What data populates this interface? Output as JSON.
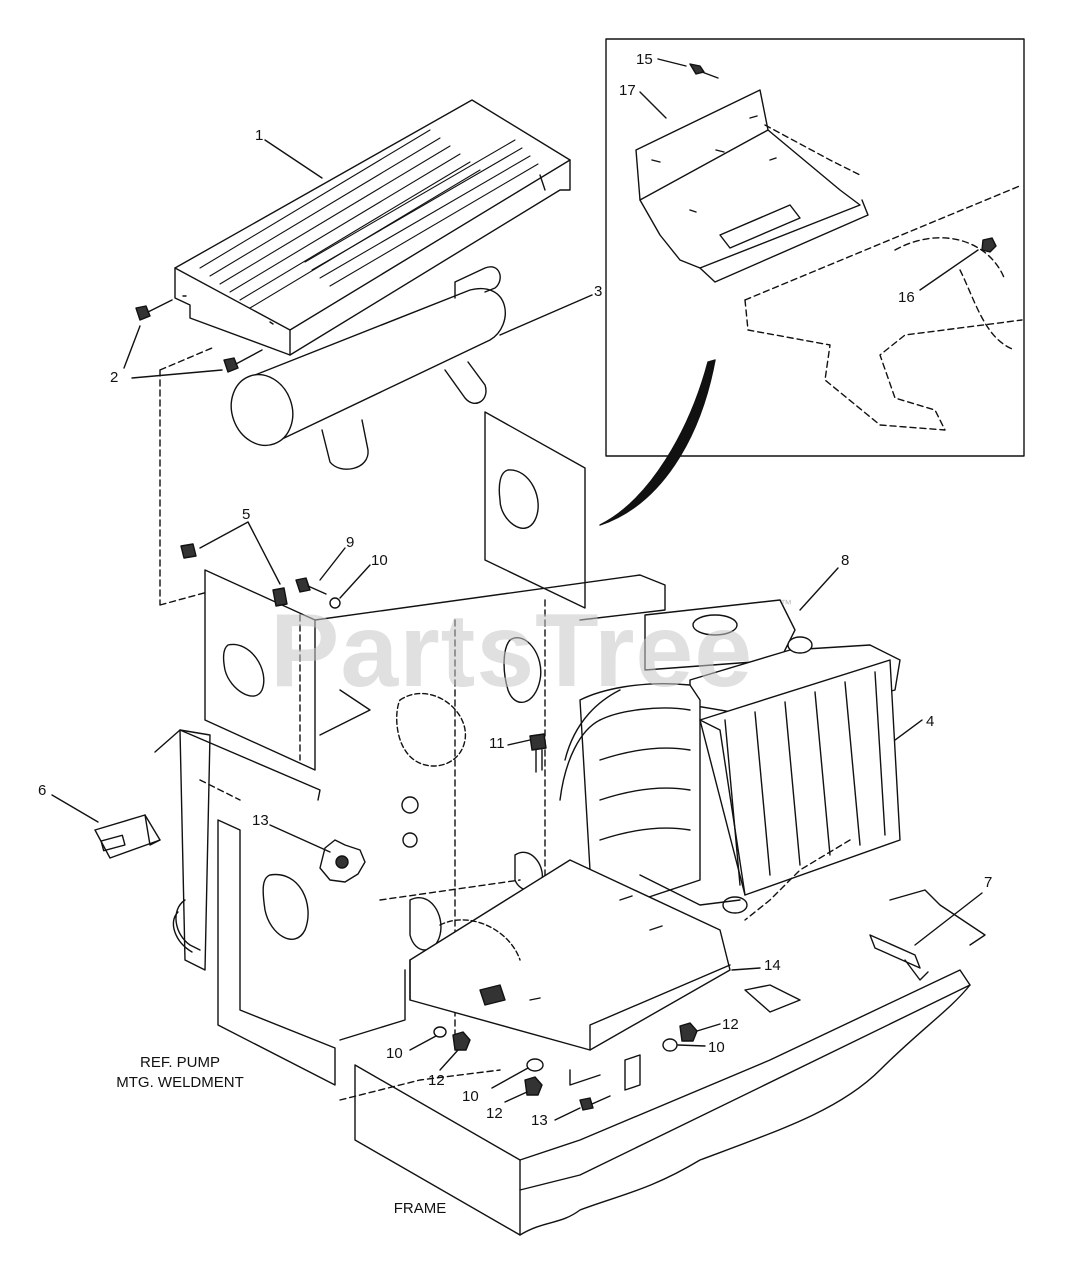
{
  "callouts": {
    "c1": "1",
    "c2": "2",
    "c3": "3",
    "c4": "4",
    "c5": "5",
    "c6": "6",
    "c7": "7",
    "c8": "8",
    "c9": "9",
    "c10a": "10",
    "c10b": "10",
    "c10c": "10",
    "c10d": "10",
    "c11": "11",
    "c12a": "12",
    "c12b": "12",
    "c12c": "12",
    "c13a": "13",
    "c13b": "13",
    "c14": "14",
    "c15": "15",
    "c16": "16",
    "c17": "17"
  },
  "captions": {
    "pump_line1": "REF. PUMP",
    "pump_line2": "MTG. WELDMENT",
    "frame": "FRAME"
  },
  "watermark": {
    "text": "PartsTree",
    "mark": "™"
  }
}
